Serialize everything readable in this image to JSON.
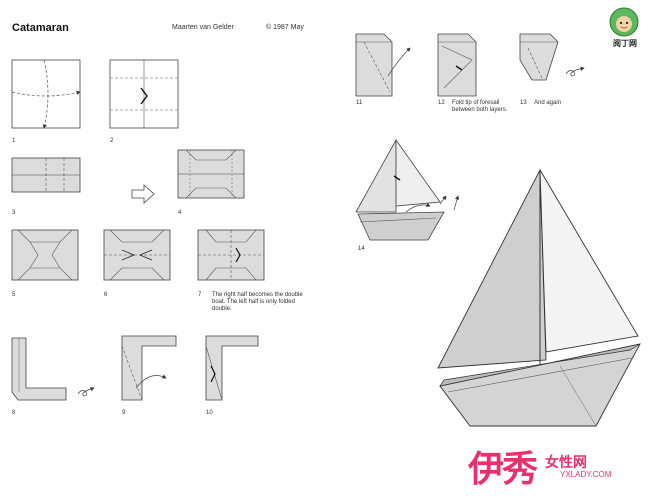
{
  "header": {
    "title": "Catamaran",
    "author": "Maarten van Gelder",
    "copyright": "© 1987 May"
  },
  "steps": [
    {
      "num": "1"
    },
    {
      "num": "2"
    },
    {
      "num": "3"
    },
    {
      "num": "4"
    },
    {
      "num": "5"
    },
    {
      "num": "6"
    },
    {
      "num": "7",
      "note": "The right half becomes the double boat. The left half is only folded double."
    },
    {
      "num": "8"
    },
    {
      "num": "9"
    },
    {
      "num": "10"
    },
    {
      "num": "11"
    },
    {
      "num": "12",
      "note": "Fold tip of foresail between both layers."
    },
    {
      "num": "13",
      "note": "And again"
    },
    {
      "num": "14"
    }
  ],
  "watermark": {
    "logo_caption": "阅丁网",
    "main": "伊秀",
    "sub": "女性网",
    "url": "YXLADY.COM"
  },
  "colors": {
    "paper_shade": "#d9d9d9",
    "line": "#444444",
    "watermark": "#e8306e"
  }
}
